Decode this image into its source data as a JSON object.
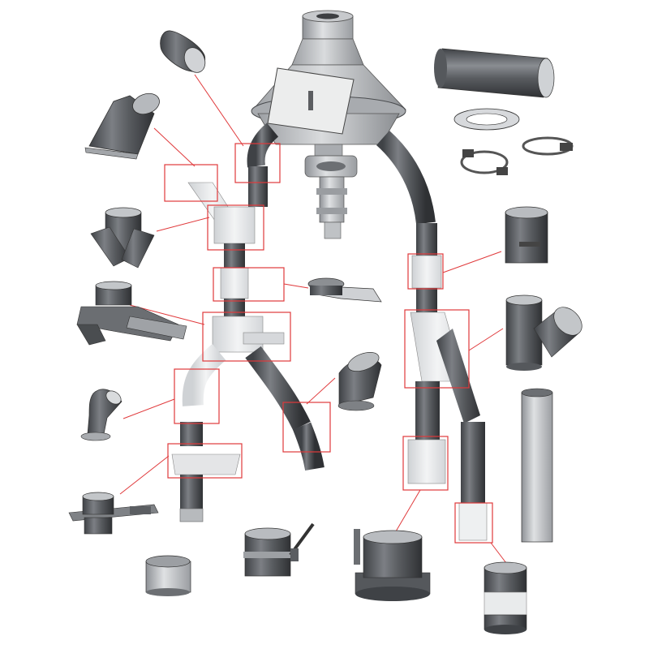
{
  "diagram": {
    "description_visible_text": "",
    "colors": {
      "pipe_dark": "#55585c",
      "pipe_mid": "#7a7d82",
      "pipe_light": "#b9bcc0",
      "steel_light": "#d6d8db",
      "ghost": "#e9eaec",
      "highlight_box": "#e0393b",
      "leader_line": "#e0393b",
      "background": "#ffffff"
    },
    "parts": [
      {
        "name": "hopper",
        "icon": "hopper-icon"
      },
      {
        "name": "angled-inlet-cap",
        "icon": "cap-icon"
      },
      {
        "name": "inclined-chute",
        "icon": "chute-icon"
      },
      {
        "name": "y-branch-small",
        "icon": "y-branch-icon"
      },
      {
        "name": "diverter-valve",
        "icon": "diverter-icon"
      },
      {
        "name": "elbow-left",
        "icon": "elbow-icon"
      },
      {
        "name": "slide-gate-bottom",
        "icon": "slide-gate-icon"
      },
      {
        "name": "short-collar",
        "icon": "collar-icon"
      },
      {
        "name": "manual-butterfly-valve",
        "icon": "valve-icon"
      },
      {
        "name": "slide-gate-with-handle",
        "icon": "slide-gate-icon"
      },
      {
        "name": "elbow-segmented",
        "icon": "elbow-icon"
      },
      {
        "name": "iris-valve",
        "icon": "iris-valve-icon"
      },
      {
        "name": "sight-glass-section",
        "icon": "sight-glass-icon"
      },
      {
        "name": "long-pipe",
        "icon": "pipe-icon"
      },
      {
        "name": "y-branch-large",
        "icon": "y-branch-icon"
      },
      {
        "name": "coupling-sleeve",
        "icon": "sleeve-icon"
      },
      {
        "name": "straight-pipe-top-right",
        "icon": "pipe-icon"
      },
      {
        "name": "flange-ring",
        "icon": "flange-icon"
      },
      {
        "name": "pipe-clamp",
        "icon": "clamp-icon"
      },
      {
        "name": "quick-clamp",
        "icon": "clamp-icon"
      },
      {
        "name": "butterfly-flap-valve",
        "icon": "flap-valve-icon"
      }
    ]
  }
}
